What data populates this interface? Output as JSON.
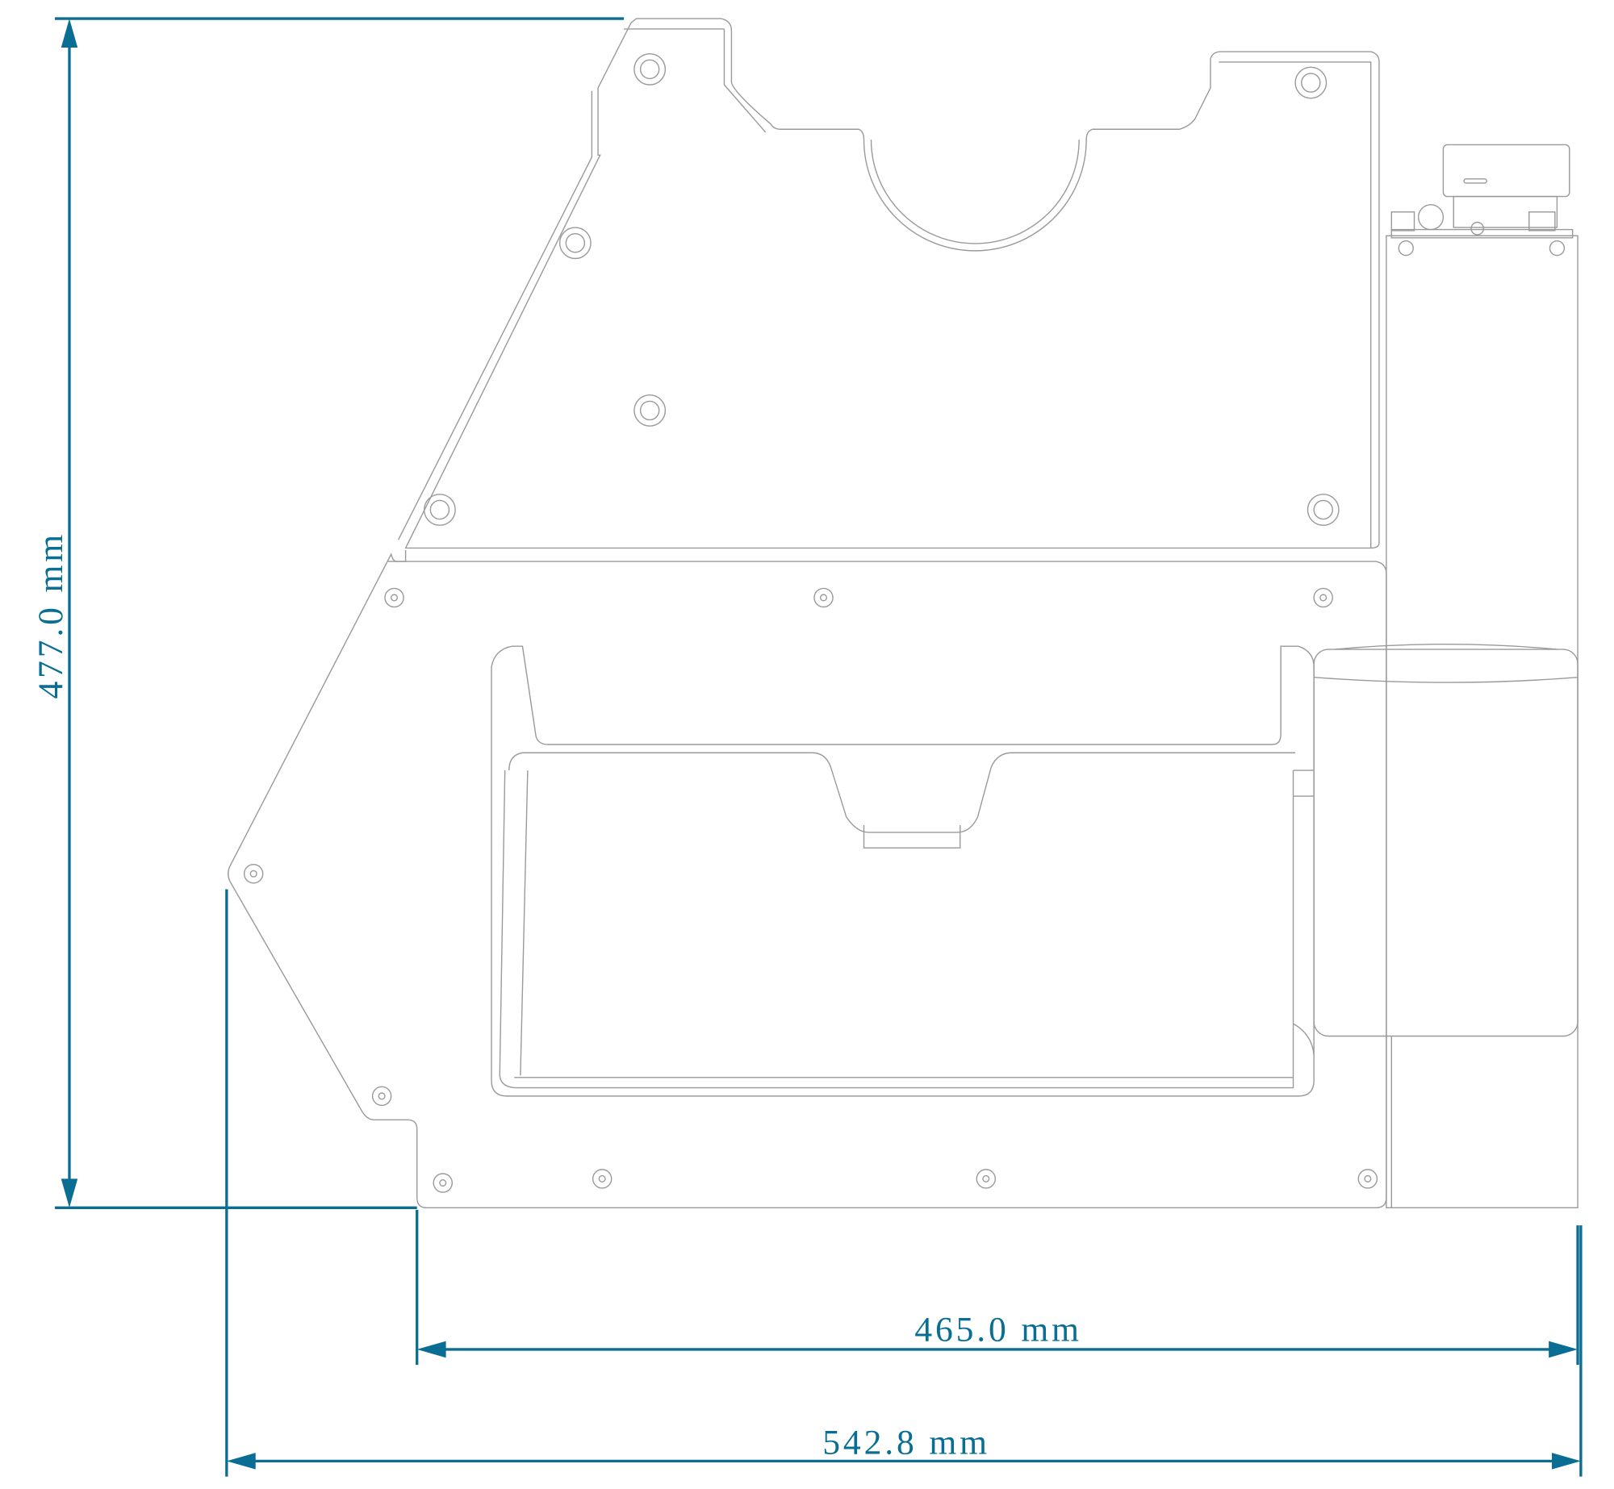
{
  "drawing": {
    "dimensions": [
      {
        "id": "height",
        "label": "477.0 mm",
        "value": 477.0,
        "unit": "mm"
      },
      {
        "id": "base-width",
        "label": "465.0 mm",
        "value": 465.0,
        "unit": "mm"
      },
      {
        "id": "overall-width",
        "label": "542.8 mm",
        "value": 542.8,
        "unit": "mm"
      }
    ],
    "colors": {
      "dimension": "#0a6e94",
      "outline": "#9a9a9a"
    }
  }
}
